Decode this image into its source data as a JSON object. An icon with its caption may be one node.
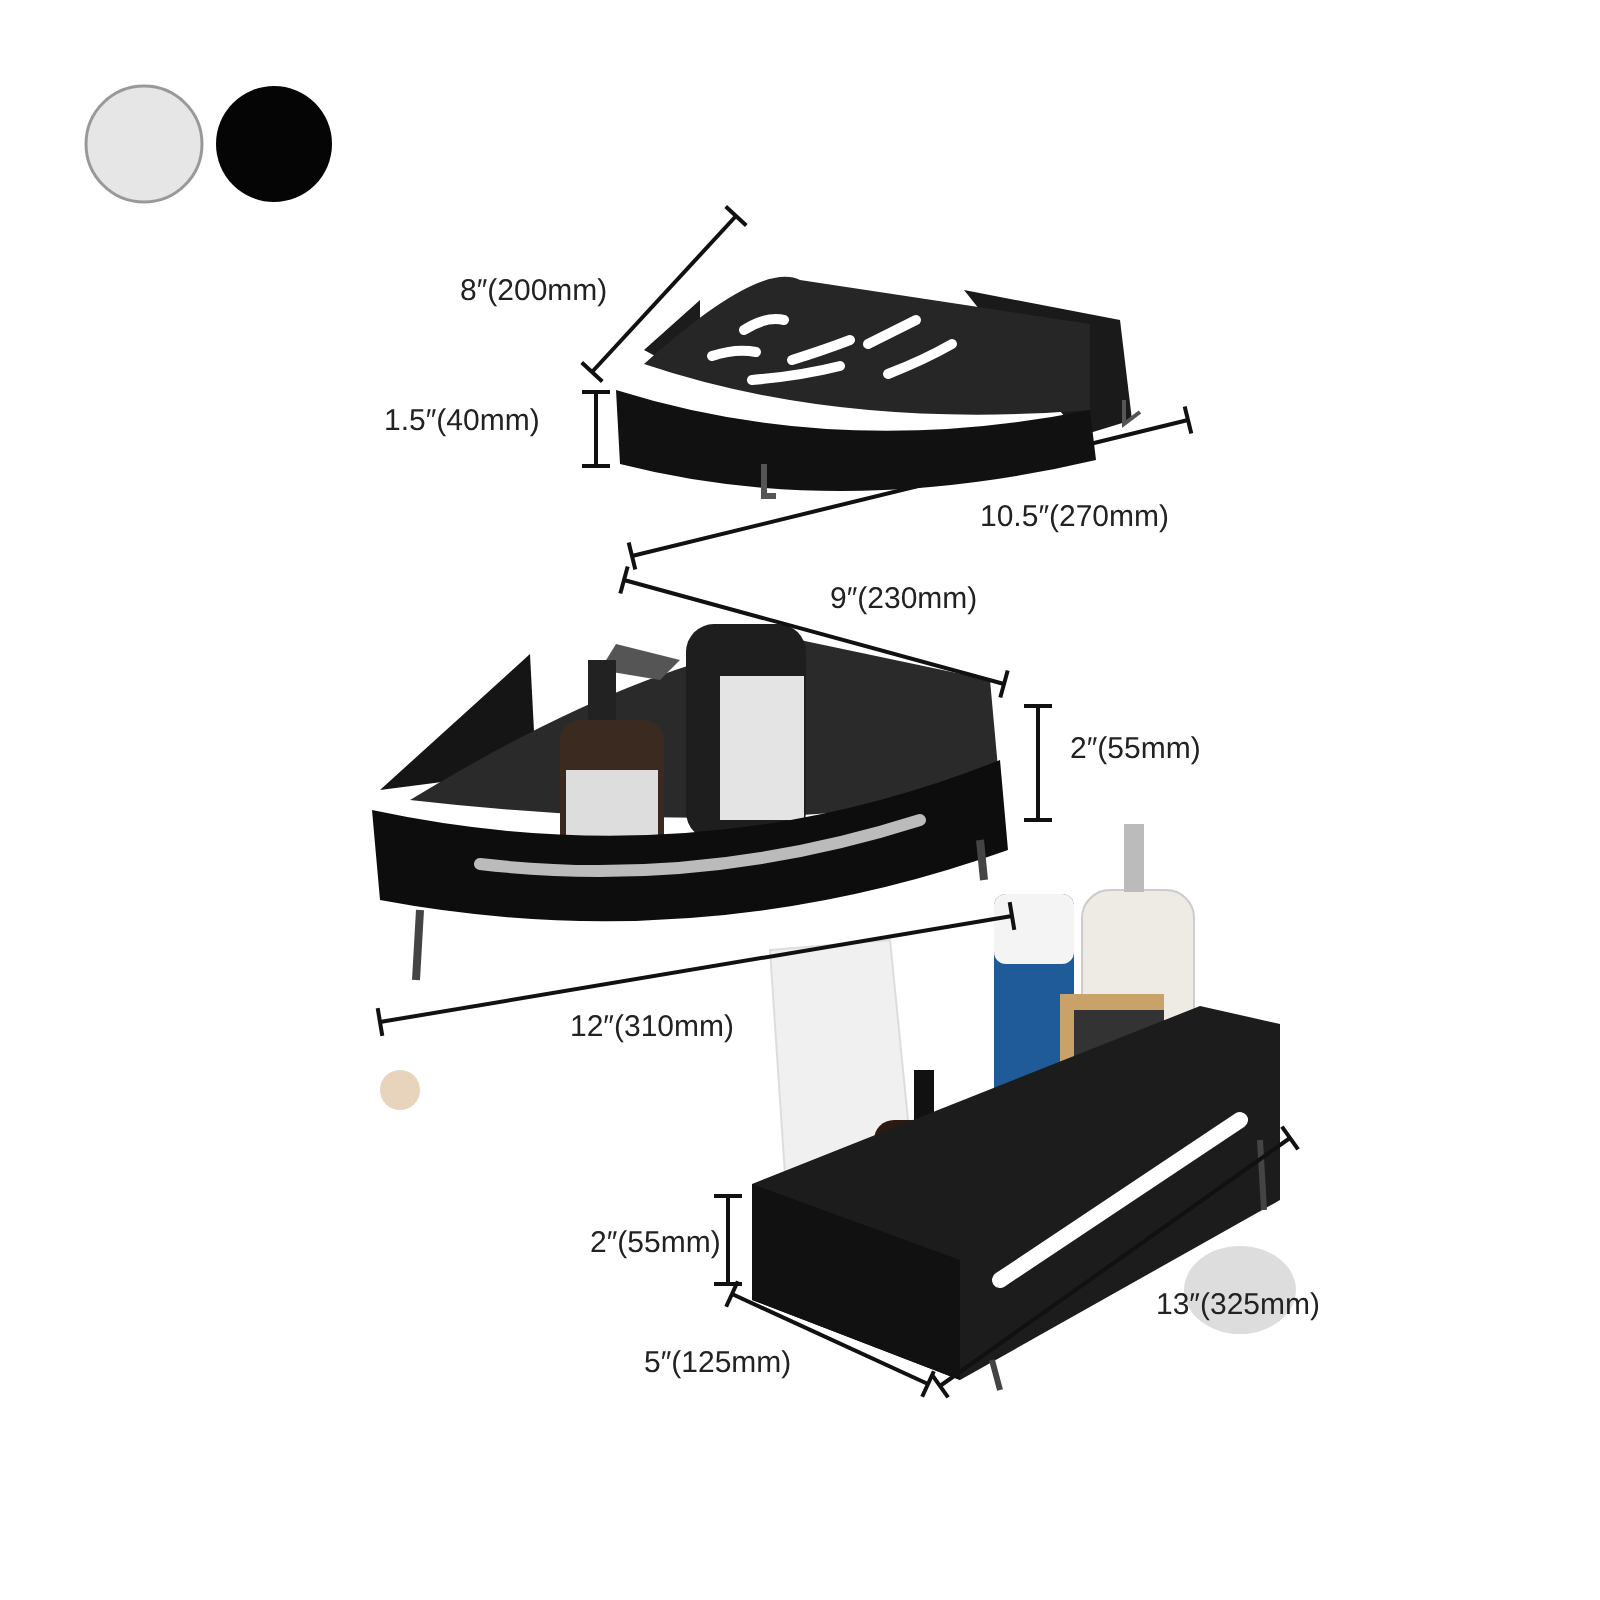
{
  "diagram": {
    "labels": [
      "8″(200mm)",
      "1.5″(40mm)",
      "10.5″(270mm)",
      "9″(230mm)",
      "2″(55mm)",
      "12″(310mm)",
      "2″(55mm)",
      "5″(125mm)",
      "13″(325mm)"
    ]
  }
}
